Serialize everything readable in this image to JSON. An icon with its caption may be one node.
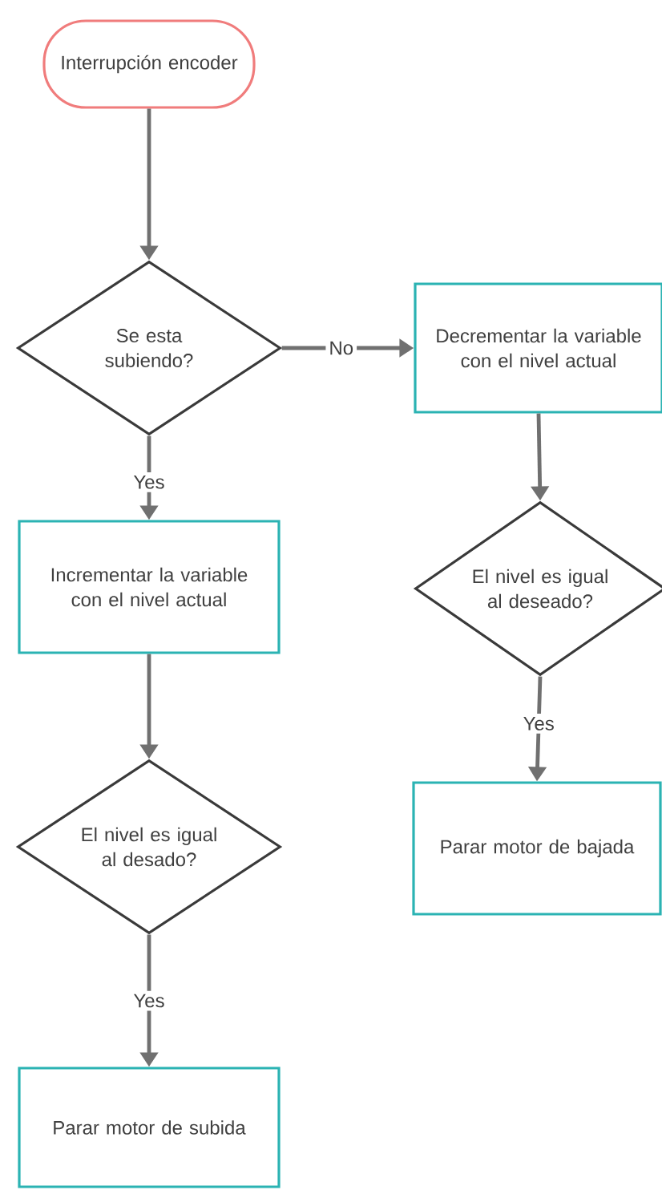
{
  "diagram": {
    "nodes": [
      {
        "text": [
          "Interrupción encoder"
        ]
      },
      {
        "text": [
          "Se esta subiendo?"
        ]
      },
      {
        "text": [
          "Decrementar la variable con el nivel actual"
        ]
      },
      {
        "text": [
          "Incrementar la variable con el nivel actual"
        ]
      },
      {
        "text": [
          "El nivel es igual al deseado?"
        ]
      },
      {
        "text": [
          "El nivel es igual al desado?"
        ]
      },
      {
        "text": [
          "Parar motor de bajada"
        ]
      },
      {
        "text": [
          "Parar motor de subida"
        ]
      }
    ],
    "edges": [
      {
        "from": 0,
        "to": 1,
        "arrow": "to"
      },
      {
        "from": 1,
        "to": 2,
        "arrow": "to",
        "label": "No"
      },
      {
        "from": 1,
        "to": 3,
        "arrow": "to",
        "label": "Yes"
      },
      {
        "from": 2,
        "to": 4,
        "arrow": "to"
      },
      {
        "from": 4,
        "to": 6,
        "arrow": "to",
        "label": "Yes"
      },
      {
        "from": 3,
        "to": 5,
        "arrow": "to"
      },
      {
        "from": 5,
        "to": 7,
        "arrow": "to",
        "label": "Yes"
      }
    ]
  }
}
